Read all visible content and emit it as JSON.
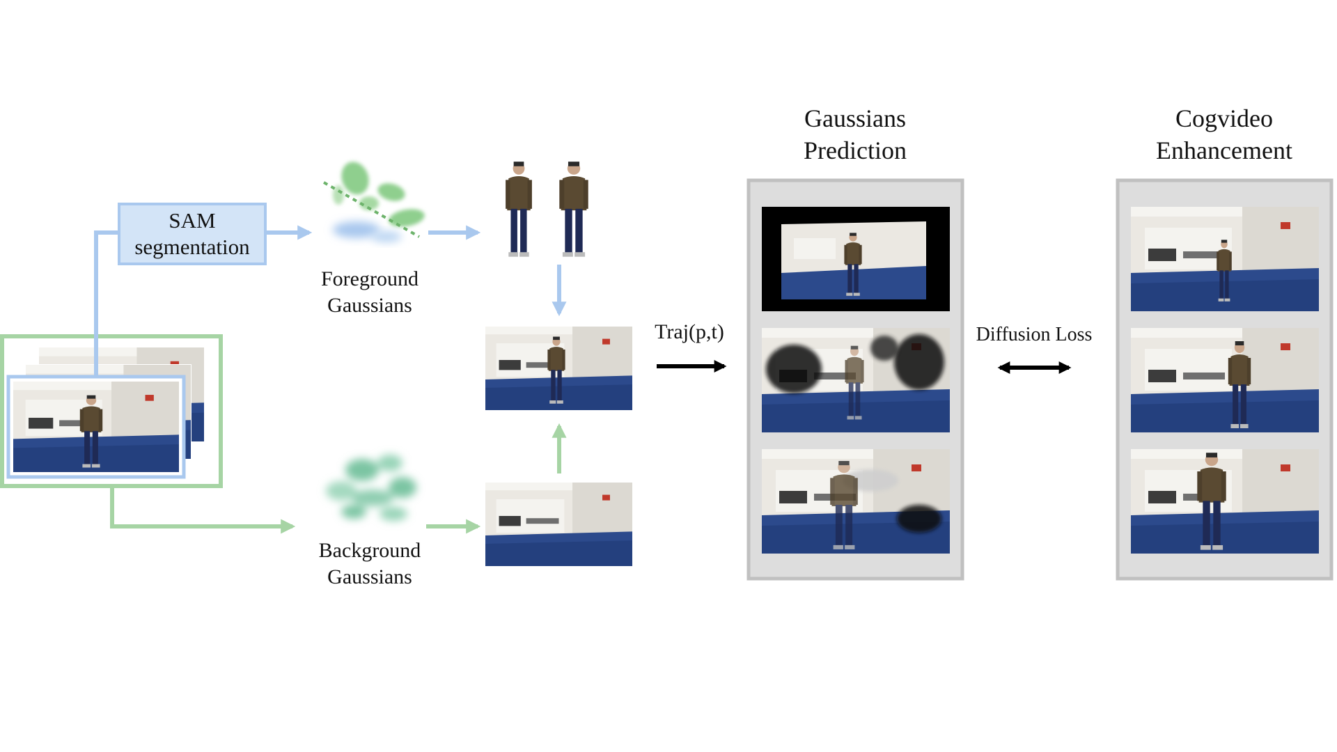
{
  "diagram": {
    "sam_box": {
      "line1": "SAM",
      "line2": "segmentation"
    },
    "foreground_label": {
      "line1": "Foreground",
      "line2": "Gaussians"
    },
    "background_label": {
      "line1": "Background",
      "line2": "Gaussians"
    },
    "traj_label": "Traj(p,t)",
    "diffusion_label": "Diffusion Loss",
    "prediction_title": {
      "line1": "Gaussians",
      "line2": "Prediction"
    },
    "enhancement_title": {
      "line1": "Cogvideo",
      "line2": "Enhancement"
    }
  },
  "colors": {
    "blue_arrow": "#a9c8ee",
    "green_arrow": "#a6d4a4",
    "panel_bg": "#dddddd",
    "panel_border": "#c0c0c0",
    "carpet": "#2c4a8c",
    "wall": "#e9e6df"
  }
}
